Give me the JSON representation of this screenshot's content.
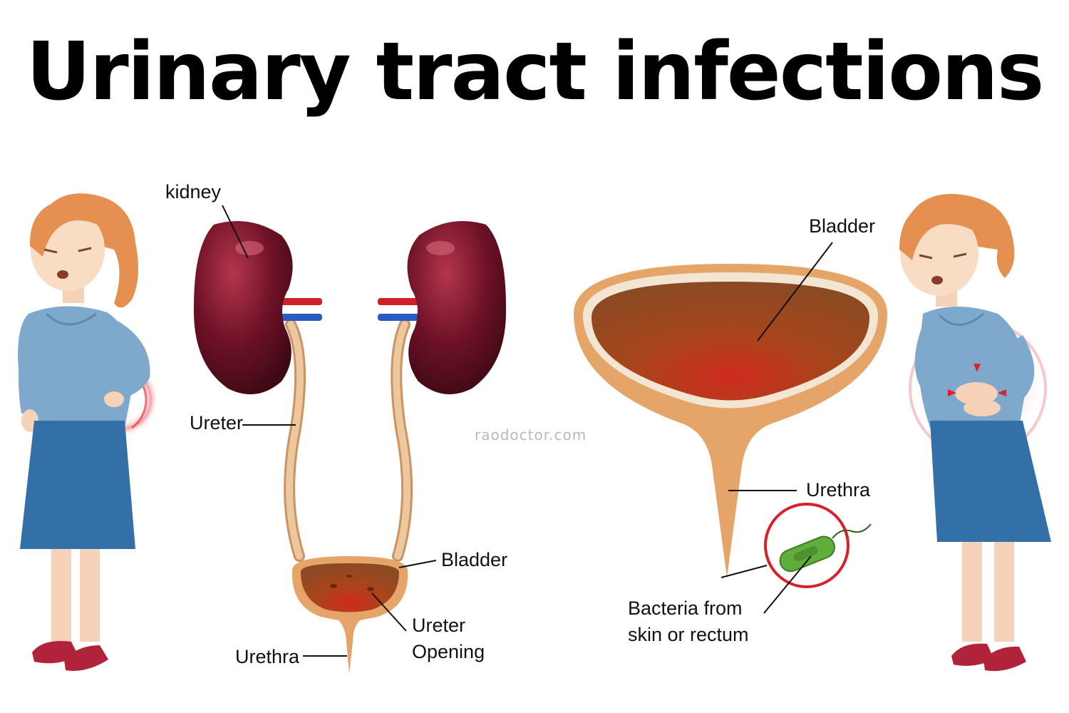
{
  "title": "Urinary tract infections",
  "labels": {
    "kidney": "kidney",
    "ureter": "Ureter",
    "bladder_left": "Bladder",
    "ureter_opening_line1": "Ureter",
    "ureter_opening_line2": "Opening",
    "urethra_left": "Urethra",
    "bladder_right": "Bladder",
    "urethra_right": "Urethra",
    "bacteria_line1": "Bacteria from",
    "bacteria_line2": "skin or rectum"
  },
  "watermark": "raodoctor.com",
  "colors": {
    "kidney": "#7a1428",
    "artery": "#d0202a",
    "vein": "#2a5bbf",
    "tube": "#e9b98a",
    "bladder_rim": "#e5a468",
    "bladder_inner": "#a5521d",
    "inflammation": "#e0212b",
    "blouse": "#7fa9cc",
    "skirt": "#3470a8",
    "hair": "#e58f50",
    "bacteria": "#5fae3c",
    "bacteria_circle": "#d8202a"
  }
}
